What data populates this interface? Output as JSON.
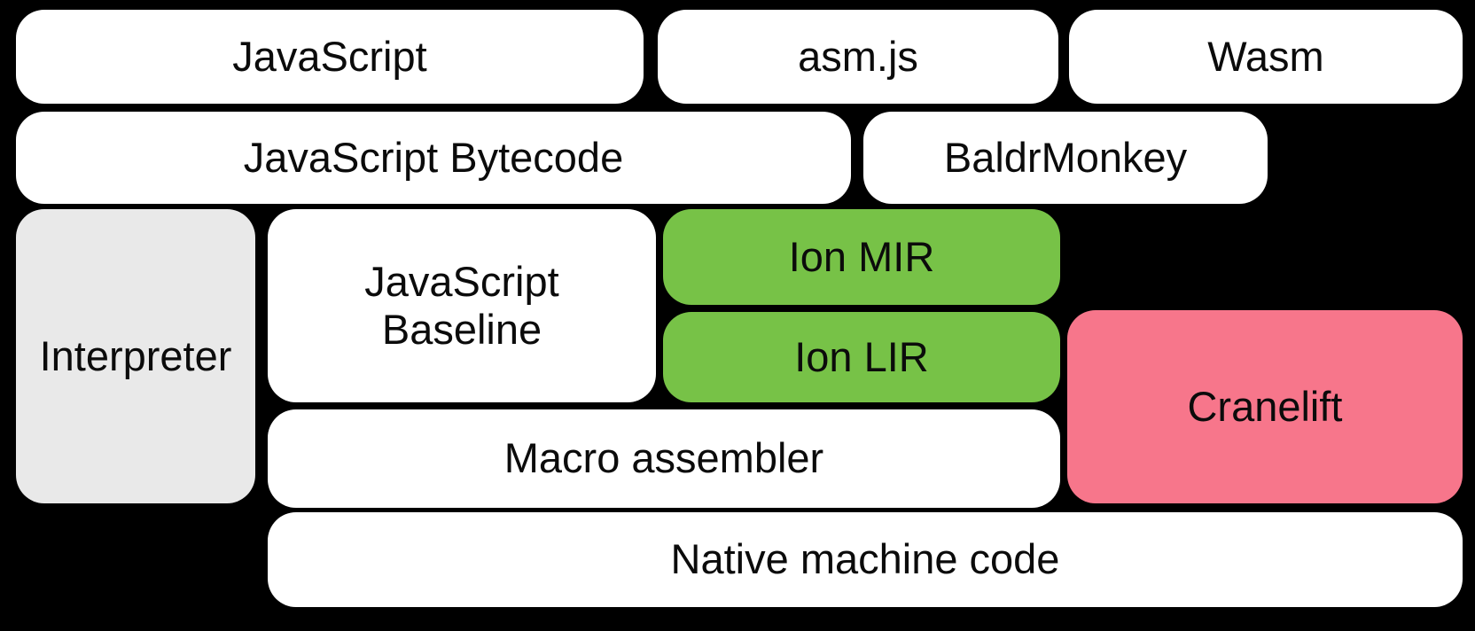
{
  "colors": {
    "background": "#000000",
    "box": "#ffffff",
    "interpreter_box": "#e9e9e9",
    "ion_box": "#77c247",
    "cranelift_box": "#f7768b",
    "text": "#0b0b0b"
  },
  "boxes": {
    "javascript": {
      "label": "JavaScript"
    },
    "asmjs": {
      "label": "asm.js"
    },
    "wasm": {
      "label": "Wasm"
    },
    "bytecode": {
      "label": "JavaScript Bytecode"
    },
    "baldrmonkey": {
      "label": "BaldrMonkey"
    },
    "interpreter": {
      "label": "Interpreter"
    },
    "baseline": {
      "label": "JavaScript Baseline"
    },
    "ion_mir": {
      "label": "Ion MIR"
    },
    "ion_lir": {
      "label": "Ion LIR"
    },
    "cranelift": {
      "label": "Cranelift"
    },
    "macro_assembler": {
      "label": "Macro assembler"
    },
    "native": {
      "label": "Native machine code"
    }
  }
}
